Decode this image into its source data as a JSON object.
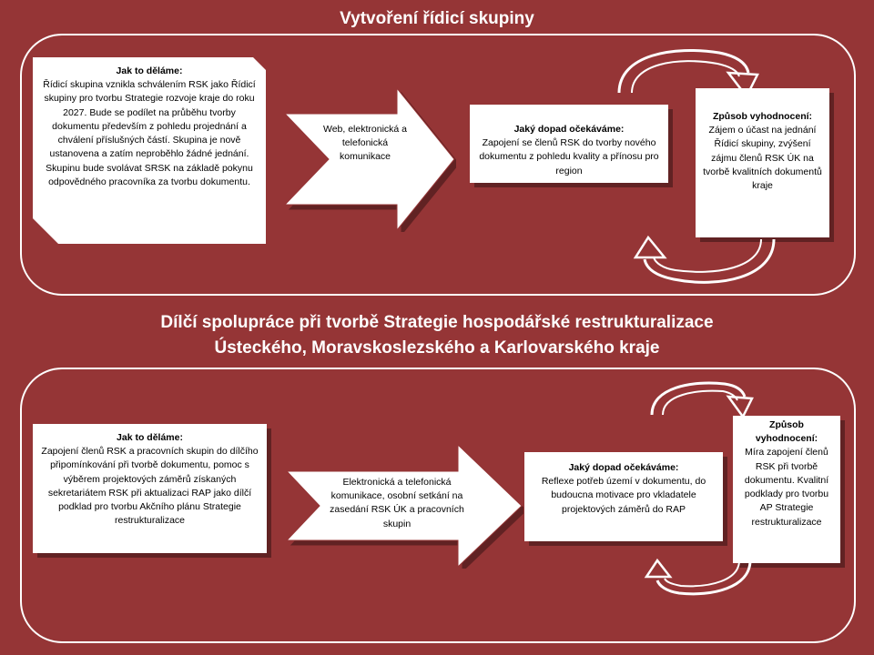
{
  "section1": {
    "title": "Vytvoření řídicí skupiny",
    "how": {
      "heading": "Jak to děláme:",
      "text": "Řídicí skupina vznikla schválením RSK jako Řídicí skupiny pro tvorbu Strategie rozvoje kraje do roku 2027. Bude se podílet na průběhu tvorby dokumentu především z pohledu projednání a chválení příslušných částí. Skupina je nově ustanovena a zatím neproběhlo žádné jednání. Skupinu bude svolávat SRSK na základě pokynu odpovědného pracovníka za tvorbu dokumentu."
    },
    "channel": "Web, elektronická a telefonická komunikace",
    "impact": {
      "heading": "Jaký dopad očekáváme:",
      "text": "Zapojení se členů RSK do tvorby nového dokumentu z pohledu kvality a přínosu pro region"
    },
    "evaluation": {
      "heading": "Způsob vyhodnocení:",
      "text": "Zájem o účast na jednání Řídicí skupiny, zvýšení zájmu členů RSK ÚK na tvorbě kvalitních dokumentů kraje"
    }
  },
  "section2": {
    "title_line1": "Dílčí spolupráce při tvorbě Strategie hospodářské restrukturalizace",
    "title_line2": "Ústeckého, Moravskoslezského a Karlovarského kraje",
    "how": {
      "heading": "Jak to děláme:",
      "text": "Zapojení členů RSK a pracovních skupin do dílčího připomínkování při tvorbě dokumentu, pomoc s výběrem projektových záměrů získaných sekretariátem RSK při aktualizaci RAP jako dílčí podklad pro tvorbu Akčního plánu Strategie restrukturalizace"
    },
    "channel": "Elektronická a telefonická komunikace, osobní setkání na zasedání RSK ÚK a pracovních skupin",
    "impact": {
      "heading": "Jaký dopad očekáváme:",
      "text": "Reflexe potřeb území v dokumentu, do budoucna motivace pro vkladatele projektových záměrů do RAP"
    },
    "evaluation": {
      "heading": "Způsob vyhodnocení:",
      "text": "Míra zapojení členů RSK při tvorbě dokumentu. Kvalitní podklady pro tvorbu AP Strategie restrukturalizace"
    }
  },
  "colors": {
    "background": "#953536",
    "card": "#ffffff",
    "line": "#ffffff"
  },
  "icons": [
    "block-arrow-right-icon",
    "circular-arrow-icon"
  ]
}
